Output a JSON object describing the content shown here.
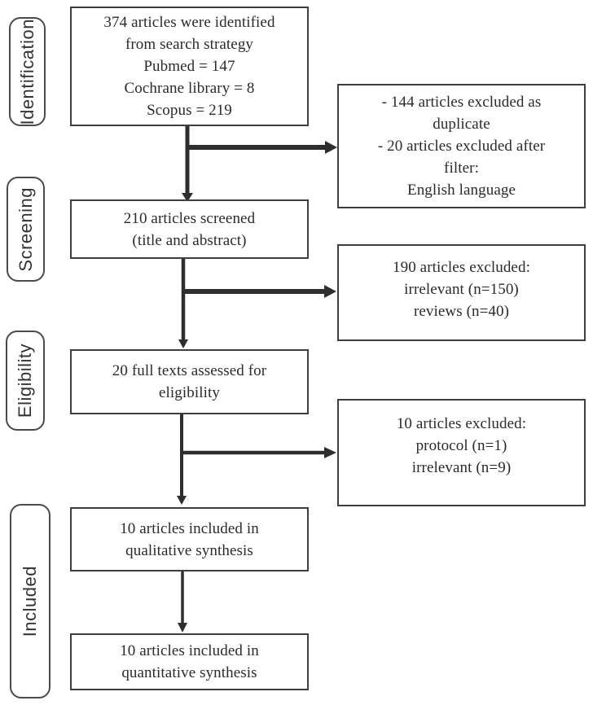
{
  "diagram": {
    "stages": [
      {
        "label": "Identification"
      },
      {
        "label": "Screening"
      },
      {
        "label": "Eligibility"
      },
      {
        "label": "Included"
      }
    ],
    "main_boxes": [
      {
        "name": "records-identified",
        "lines": [
          "374 articles were identified",
          "from search strategy",
          "Pubmed = 147",
          "Cochrane library = 8",
          "Scopus = 219"
        ]
      },
      {
        "name": "records-screened",
        "lines": [
          "210 articles screened",
          "(title and abstract)"
        ]
      },
      {
        "name": "fulltext-assessed",
        "lines": [
          "20 full texts assessed for",
          "eligibility"
        ]
      },
      {
        "name": "qualitative-synthesis",
        "lines": [
          "10 articles included in",
          "qualitative synthesis"
        ]
      },
      {
        "name": "quantitative-synthesis",
        "lines": [
          "10 articles included in",
          "quantitative synthesis"
        ]
      }
    ],
    "exclusion_boxes": [
      {
        "name": "excluded-duplicates-and-filter",
        "lines": [
          "- 144 articles excluded as",
          "duplicate",
          "- 20 articles excluded after",
          "filter:",
          "English language"
        ]
      },
      {
        "name": "excluded-after-screening",
        "lines": [
          "190 articles excluded:",
          "irrelevant (n=150)",
          "reviews (n=40)"
        ]
      },
      {
        "name": "excluded-after-fulltext",
        "lines": [
          "10 articles excluded:",
          "protocol (n=1)",
          "irrelevant (n=9)"
        ]
      }
    ],
    "colors": {
      "border": "#3e3e3e",
      "text": "#2a2a2a",
      "arrow": "#2e2e2e",
      "background": "#ffffff"
    }
  }
}
